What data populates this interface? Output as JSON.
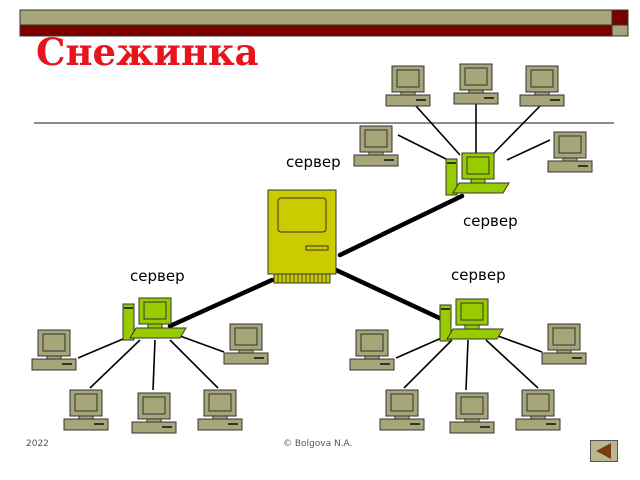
{
  "slide": {
    "title": "Снежинка",
    "footer_year": "2022",
    "footer_author": "© Bolgova N.A."
  },
  "diagram": {
    "labels": [
      "сервер",
      "сервер",
      "сервер",
      "сервер"
    ],
    "nodes": {
      "central_server": "mainframe-server-icon",
      "hub_servers": [
        "server-workstation-icon",
        "server-workstation-icon",
        "server-workstation-icon"
      ],
      "clients": "client-computer-icon"
    }
  },
  "colors": {
    "title": "#e8141c",
    "header_bar": "#a6a679",
    "header_accent": "#7a0000",
    "central_server": "#cbcb00",
    "hub_server": "#99cc00",
    "client": "#a6a679"
  },
  "icons": {
    "nav_back": "triangle-left-icon"
  }
}
